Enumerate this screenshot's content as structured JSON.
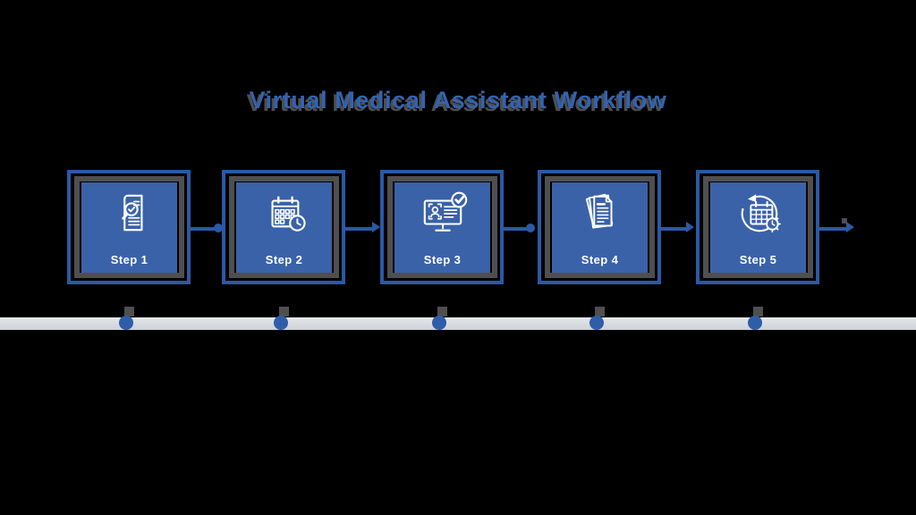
{
  "title": "Virtual Medical Assistant Workflow",
  "flow": {
    "type": "process",
    "direction": "left-to-right",
    "step_count": 5
  },
  "steps": [
    {
      "label": "Step 1",
      "icon": "document-search-icon"
    },
    {
      "label": "Step 2",
      "icon": "calendar-clock-icon"
    },
    {
      "label": "Step 3",
      "icon": "monitor-verification-icon"
    },
    {
      "label": "Step 4",
      "icon": "documents-stack-icon"
    },
    {
      "label": "Step 5",
      "icon": "calendar-sync-icon"
    }
  ],
  "timeline": {
    "marker_count": 5
  },
  "colors": {
    "background": "#000000",
    "box_fill": "#3A62A8",
    "outline_blue": "#2B59A5",
    "frame_gray": "#4F4F4F",
    "title_blue": "#3263B1",
    "title_shadow": "#4E4E4E",
    "label_text": "#FFFFFF",
    "timeline_bar": "#D9DDE0"
  }
}
